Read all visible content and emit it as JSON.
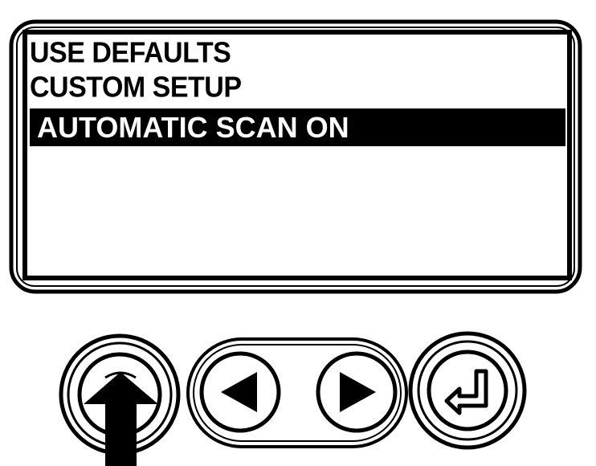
{
  "menu": {
    "items": [
      {
        "label": "USE DEFAULTS",
        "selected": false
      },
      {
        "label": "CUSTOM SETUP",
        "selected": false
      },
      {
        "label": "AUTOMATIC SCAN ON",
        "selected": true
      }
    ]
  },
  "buttons": {
    "up": {
      "icon": "up-arrow-icon"
    },
    "left": {
      "icon": "left-triangle-icon"
    },
    "right": {
      "icon": "right-triangle-icon"
    },
    "enter": {
      "icon": "enter-return-icon"
    }
  },
  "pointer": {
    "icon": "pointer-arrow-icon",
    "target": "up"
  },
  "colors": {
    "ink": "#000000",
    "paper": "#ffffff"
  }
}
